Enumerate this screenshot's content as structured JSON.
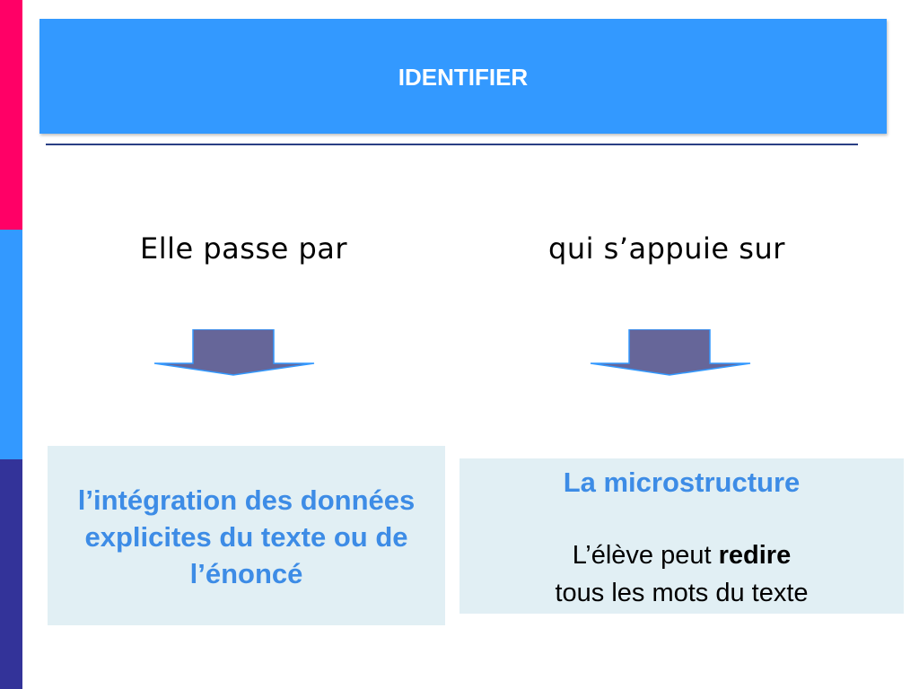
{
  "header": {
    "title": "IDENTIFIER"
  },
  "columns": {
    "left_label": "Elle passe par",
    "right_label": "qui s’appuie sur"
  },
  "left_box": {
    "lines": [
      "l’intégration des données",
      "explicites du texte ou de",
      "l’énoncé"
    ]
  },
  "right_box": {
    "heading": "La microstructure",
    "line1_prefix": "L’élève peut ",
    "line1_bold": "redire",
    "line2": "tous les mots du texte"
  },
  "colors": {
    "accent_pink": "#ff0066",
    "accent_blue": "#3399ff",
    "accent_navy": "#333399",
    "arrow_fill": "#666699",
    "box_bg": "#e1eff4",
    "highlight_text": "#3d8ce6"
  },
  "icons": [
    "down-arrow-icon",
    "down-arrow-icon"
  ]
}
